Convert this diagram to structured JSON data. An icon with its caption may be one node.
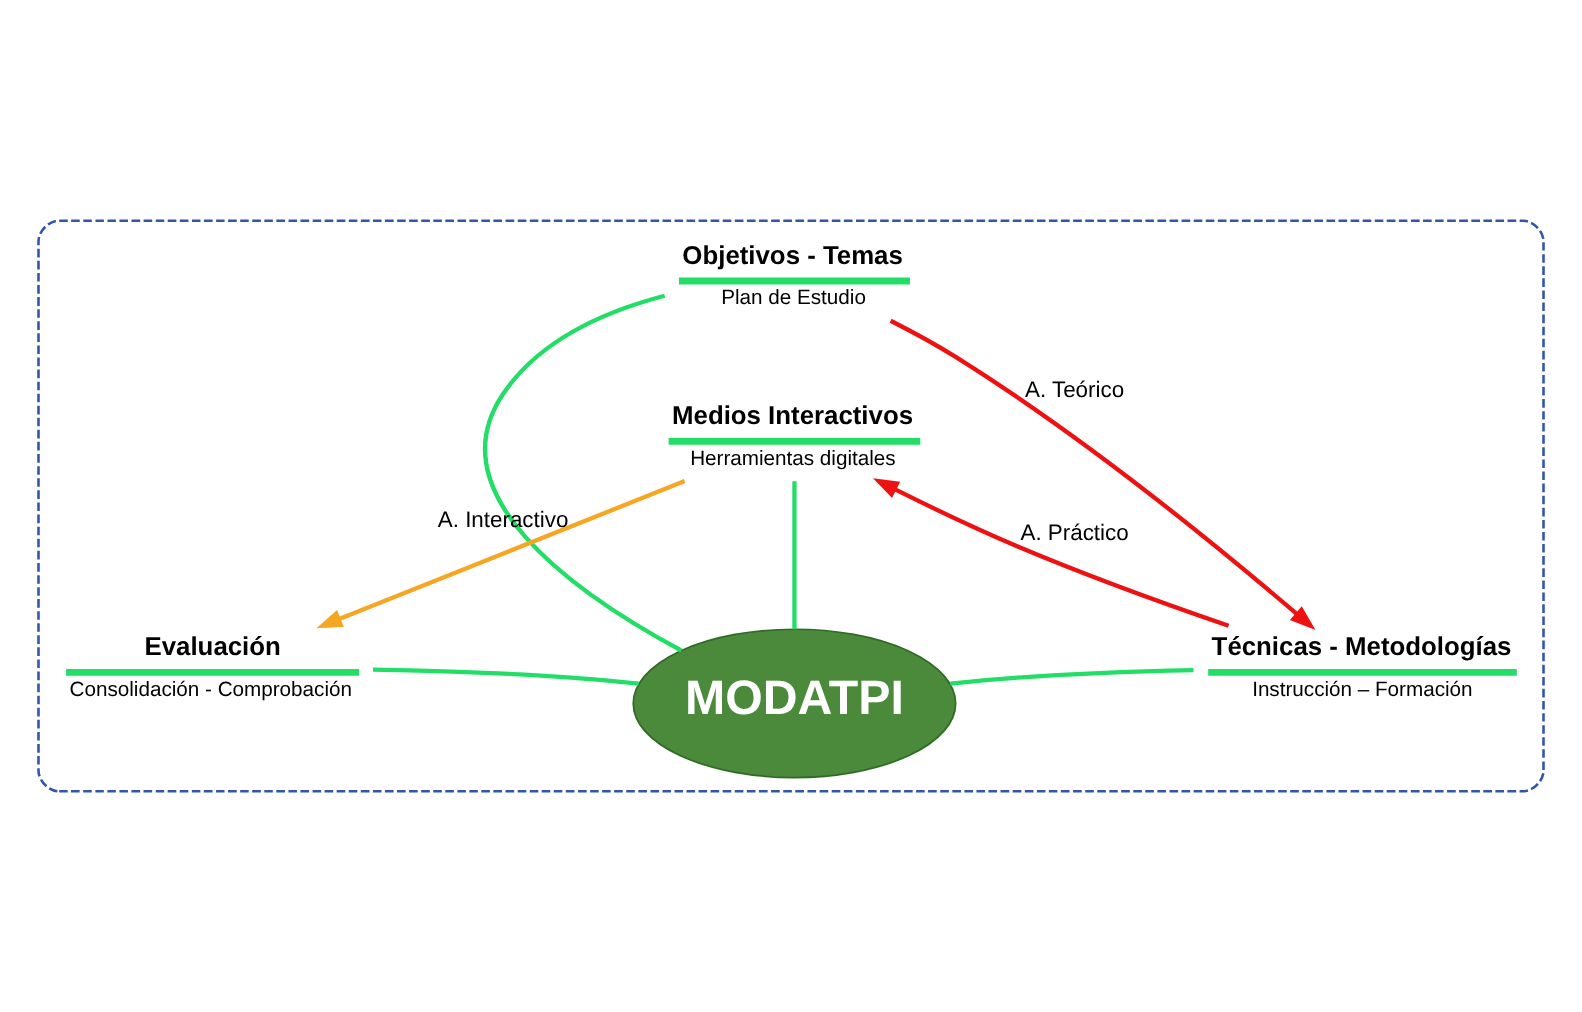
{
  "diagram": {
    "nodes": [
      {
        "text": [],
        "shape": "ellipse"
      },
      {
        "text": [
          "MODATPI"
        ],
        "in": 0
      },
      {
        "text": [
          "Objetivos - Temas",
          "Plan de Estudio"
        ],
        "in": 0
      },
      {
        "text": [
          "Técnicas - Metodologías",
          "Instrucción – Formación"
        ],
        "in": 0
      },
      {
        "text": [
          "Medios Interactivos",
          "Herramientas digitales"
        ],
        "in": 0
      },
      {
        "text": [
          "Evaluación",
          "Consolidación - Comprobación"
        ],
        "in": 0
      }
    ],
    "edges": [
      {
        "from": 1,
        "to": 2,
        "arrow": "none"
      },
      {
        "from": 1,
        "to": 3,
        "arrow": "none"
      },
      {
        "from": 1,
        "to": 4,
        "arrow": "none"
      },
      {
        "from": 5,
        "to": 1,
        "arrow": "none"
      },
      {
        "from": 2,
        "to": 3,
        "arrow": "to",
        "label": "A. Teórico",
        "color": "#ee1111"
      },
      {
        "from": 3,
        "to": 4,
        "arrow": "to",
        "label": "A. Práctico",
        "color": "#ee1111"
      },
      {
        "from": 4,
        "to": 5,
        "arrow": "to",
        "label": "A. Interactivo",
        "color": "#f5a623"
      }
    ]
  }
}
